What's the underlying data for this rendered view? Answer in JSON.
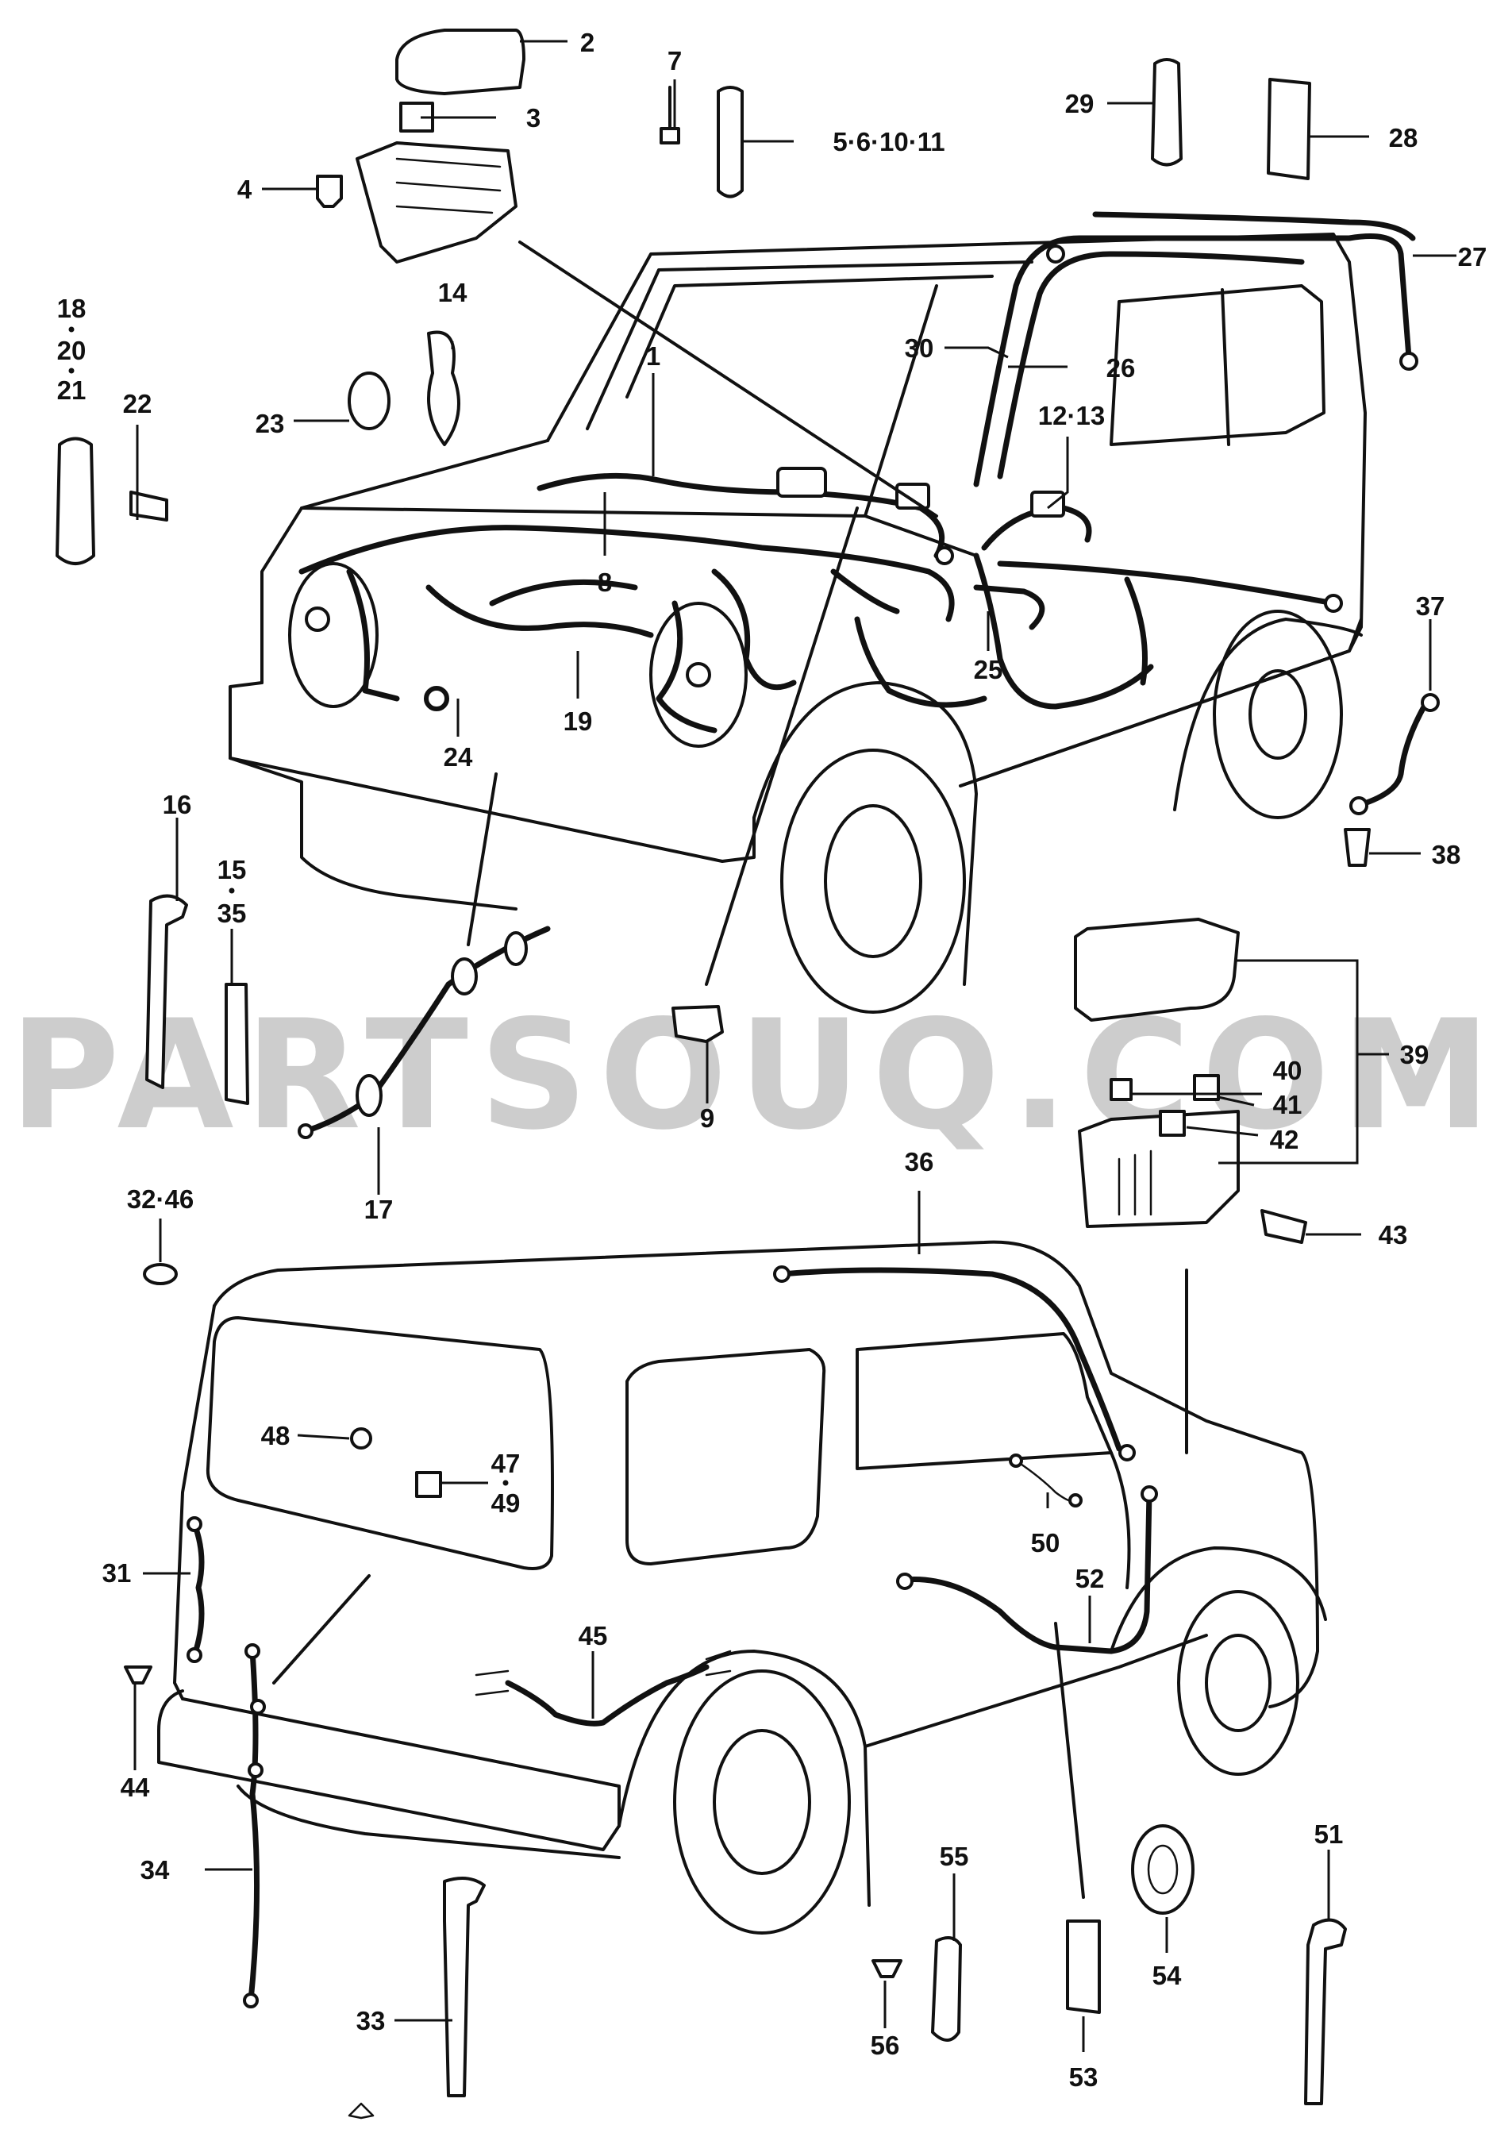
{
  "watermark": "PARTSOUQ.COM",
  "labels": {
    "p1": "1",
    "p2": "2",
    "p3": "3",
    "p4": "4",
    "p7": "7",
    "p5_6_10_11": "5·6·10·11",
    "p29": "29",
    "p28": "28",
    "p27": "27",
    "p30": "30",
    "p26": "26",
    "p12_13": "12·13",
    "p14": "14",
    "p18_20_21": [
      "18",
      "20",
      "21"
    ],
    "p22": "22",
    "p23": "23",
    "p8": "8",
    "p19": "19",
    "p24": "24",
    "p25": "25",
    "p37": "37",
    "p38": "38",
    "p16": "16",
    "p15_35": [
      "15",
      "35"
    ],
    "p17": "17",
    "p9": "9",
    "p39": "39",
    "p40": "40",
    "p41": "41",
    "p42": "42",
    "p43": "43",
    "p32_46": "32·46",
    "p36": "36",
    "p48": "48",
    "p47_49": [
      "47",
      "49"
    ],
    "p50": "50",
    "p52": "52",
    "p31": "31",
    "p44": "44",
    "p45": "45",
    "p34": "34",
    "p33": "33",
    "p55": "55",
    "p56": "56",
    "p53": "53",
    "p54": "54",
    "p51": "51"
  }
}
